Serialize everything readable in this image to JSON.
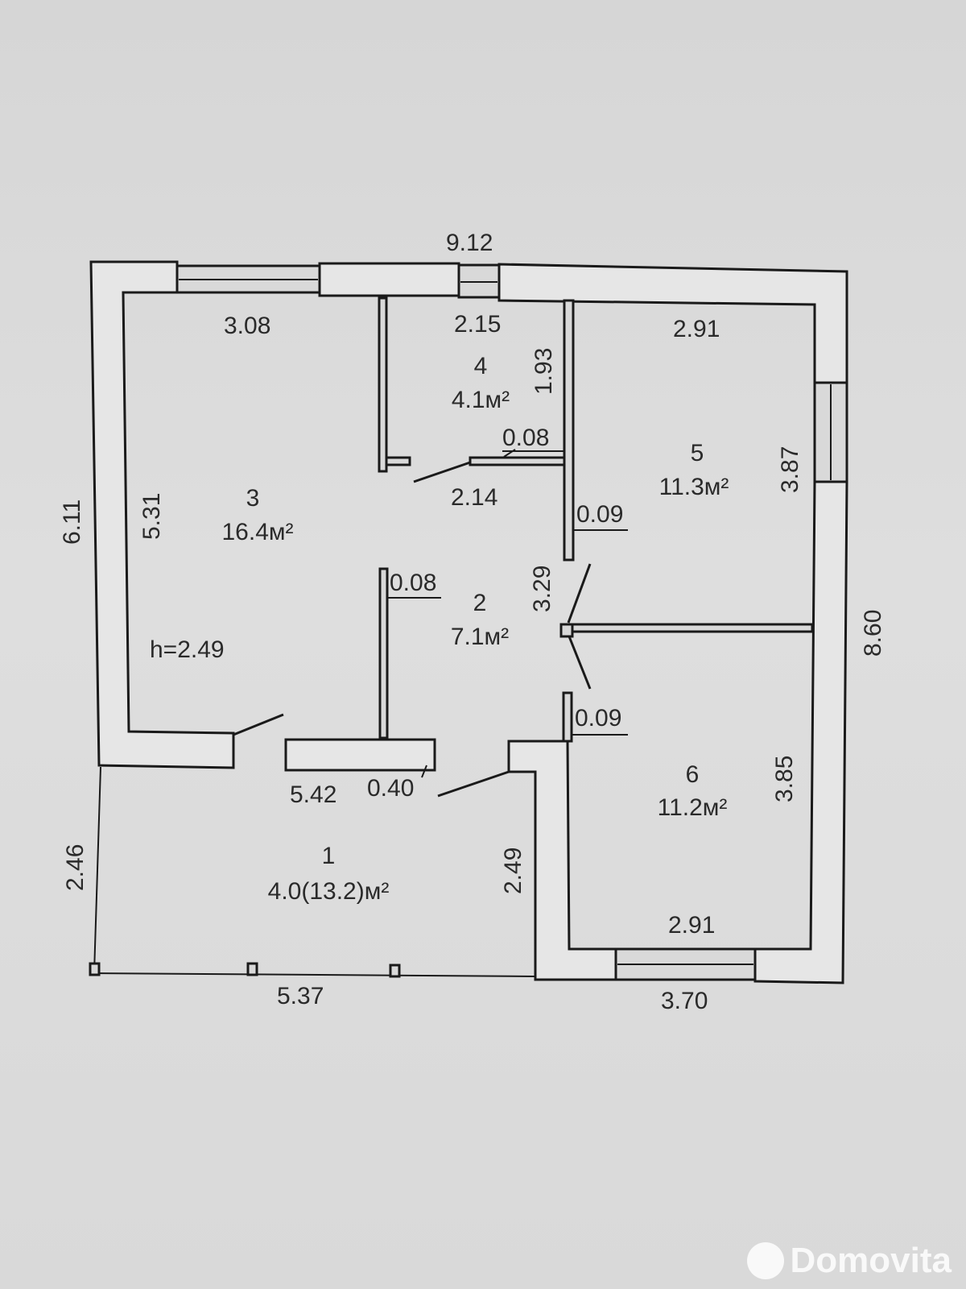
{
  "dimensions": {
    "top_overall": "9.12",
    "room3_top": "3.08",
    "room4_top": "2.15",
    "room5_top": "2.91",
    "room4_side": "1.93",
    "room4_wall": "0.08",
    "corridor_top": "2.14",
    "room5_wall": "0.09",
    "left_overall": "6.11",
    "room3_side": "5.31",
    "room5_side": "3.87",
    "right_overall": "8.60",
    "room2_wall": "0.08",
    "room2_side": "3.29",
    "height": "h=2.49",
    "room6_wall": "0.09",
    "room6_side": "3.85",
    "porch_top": "5.42",
    "door_width": "0.40",
    "porch_left": "2.46",
    "porch_right": "2.49",
    "room6_bottom": "2.91",
    "bottom_left": "5.37",
    "bottom_right": "3.70"
  },
  "rooms": {
    "r1": {
      "number": "1",
      "area": "4.0(13.2)м²"
    },
    "r2": {
      "number": "2",
      "area": "7.1м²"
    },
    "r3": {
      "number": "3",
      "area": "16.4м²"
    },
    "r4": {
      "number": "4",
      "area": "4.1м²"
    },
    "r5": {
      "number": "5",
      "area": "11.3м²"
    },
    "r6": {
      "number": "6",
      "area": "11.2м²"
    }
  },
  "watermark": "Domovita"
}
